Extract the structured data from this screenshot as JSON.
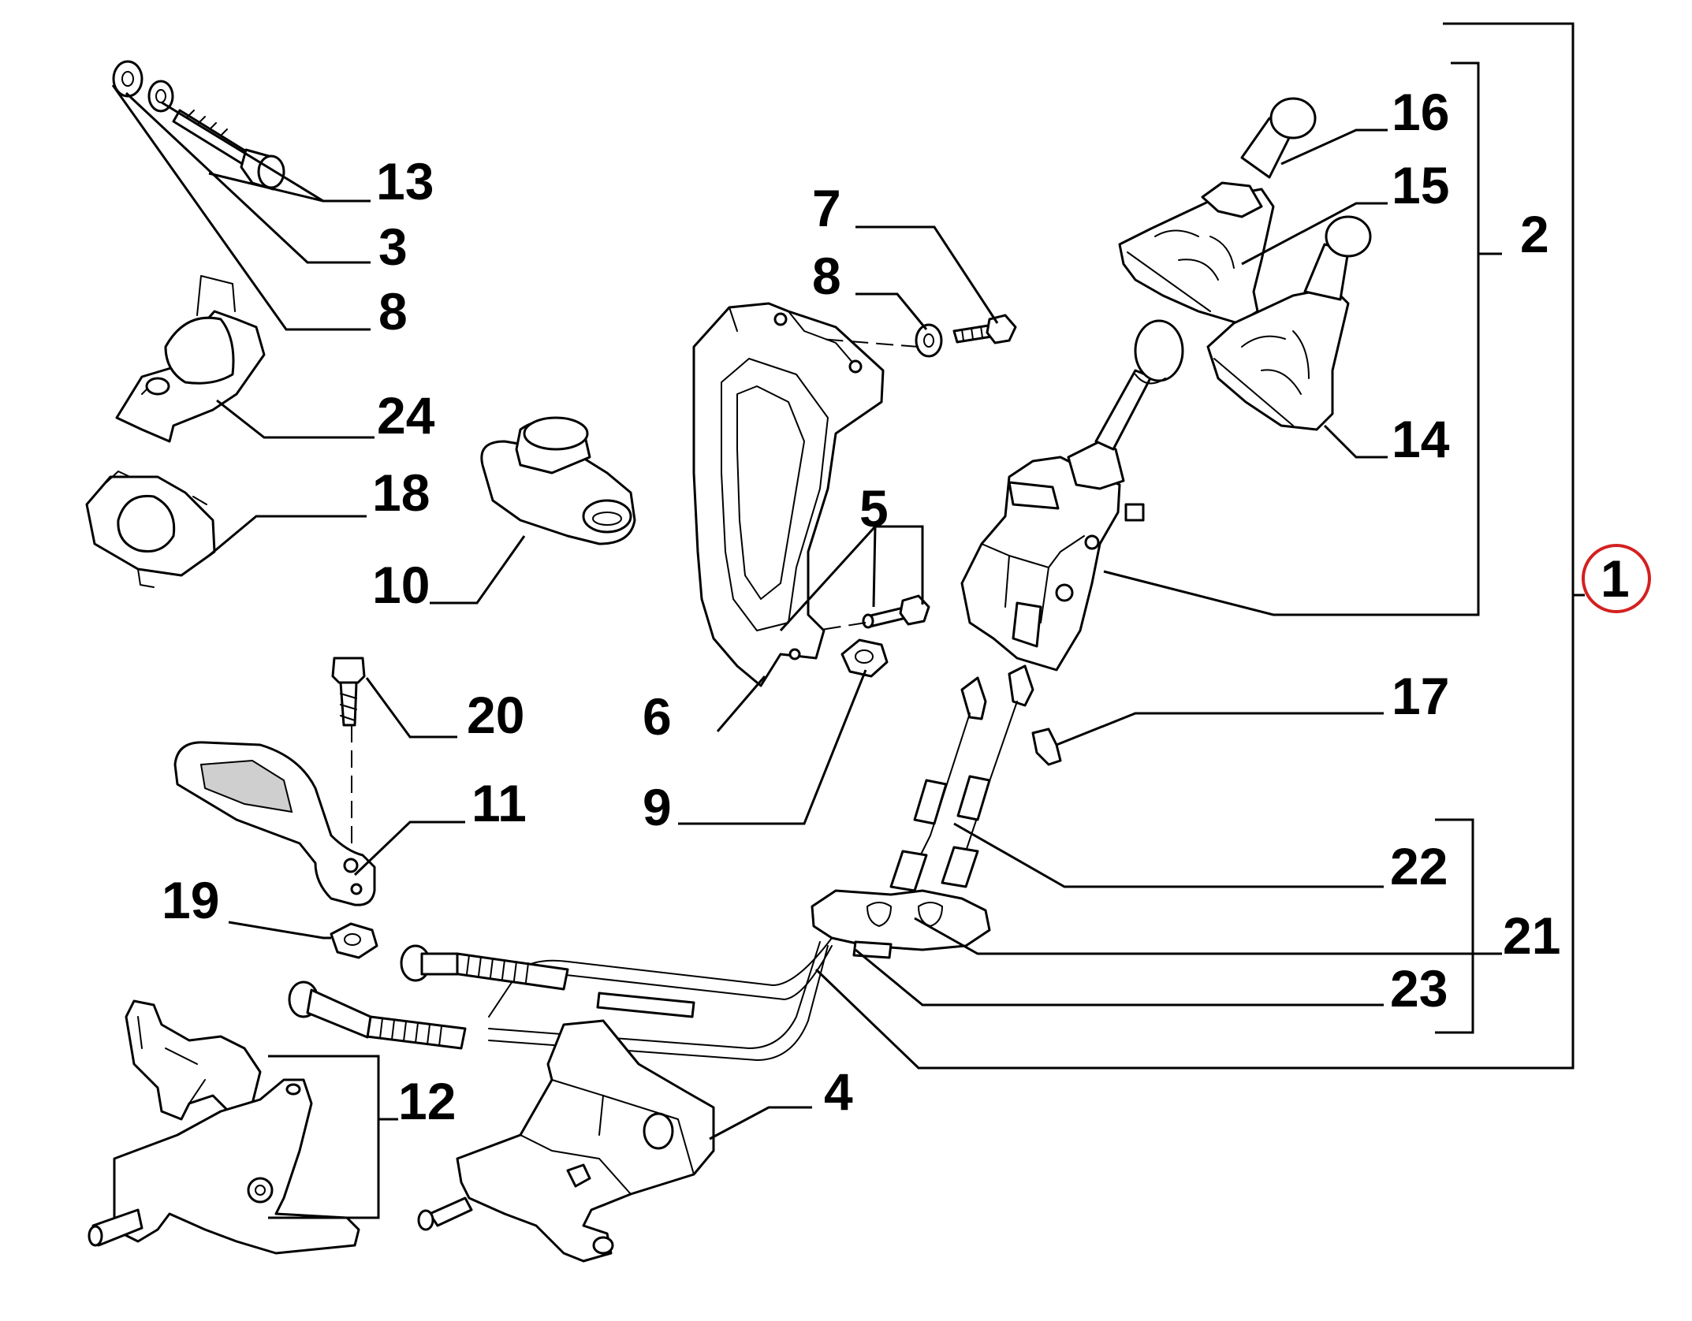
{
  "diagram": {
    "callouts": [
      {
        "id": "13",
        "text": "13"
      },
      {
        "id": "3",
        "text": "3"
      },
      {
        "id": "8a",
        "text": "8"
      },
      {
        "id": "24",
        "text": "24"
      },
      {
        "id": "18",
        "text": "18"
      },
      {
        "id": "10",
        "text": "10"
      },
      {
        "id": "20",
        "text": "20"
      },
      {
        "id": "11",
        "text": "11"
      },
      {
        "id": "19",
        "text": "19"
      },
      {
        "id": "12",
        "text": "12"
      },
      {
        "id": "7",
        "text": "7"
      },
      {
        "id": "8b",
        "text": "8"
      },
      {
        "id": "5",
        "text": "5"
      },
      {
        "id": "6",
        "text": "6"
      },
      {
        "id": "9",
        "text": "9"
      },
      {
        "id": "4",
        "text": "4"
      },
      {
        "id": "16",
        "text": "16"
      },
      {
        "id": "15",
        "text": "15"
      },
      {
        "id": "14",
        "text": "14"
      },
      {
        "id": "2",
        "text": "2"
      },
      {
        "id": "17",
        "text": "17"
      },
      {
        "id": "22",
        "text": "22"
      },
      {
        "id": "23",
        "text": "23"
      },
      {
        "id": "21",
        "text": "21"
      },
      {
        "id": "1",
        "text": "1"
      }
    ],
    "highlight_color": "#d42020"
  }
}
